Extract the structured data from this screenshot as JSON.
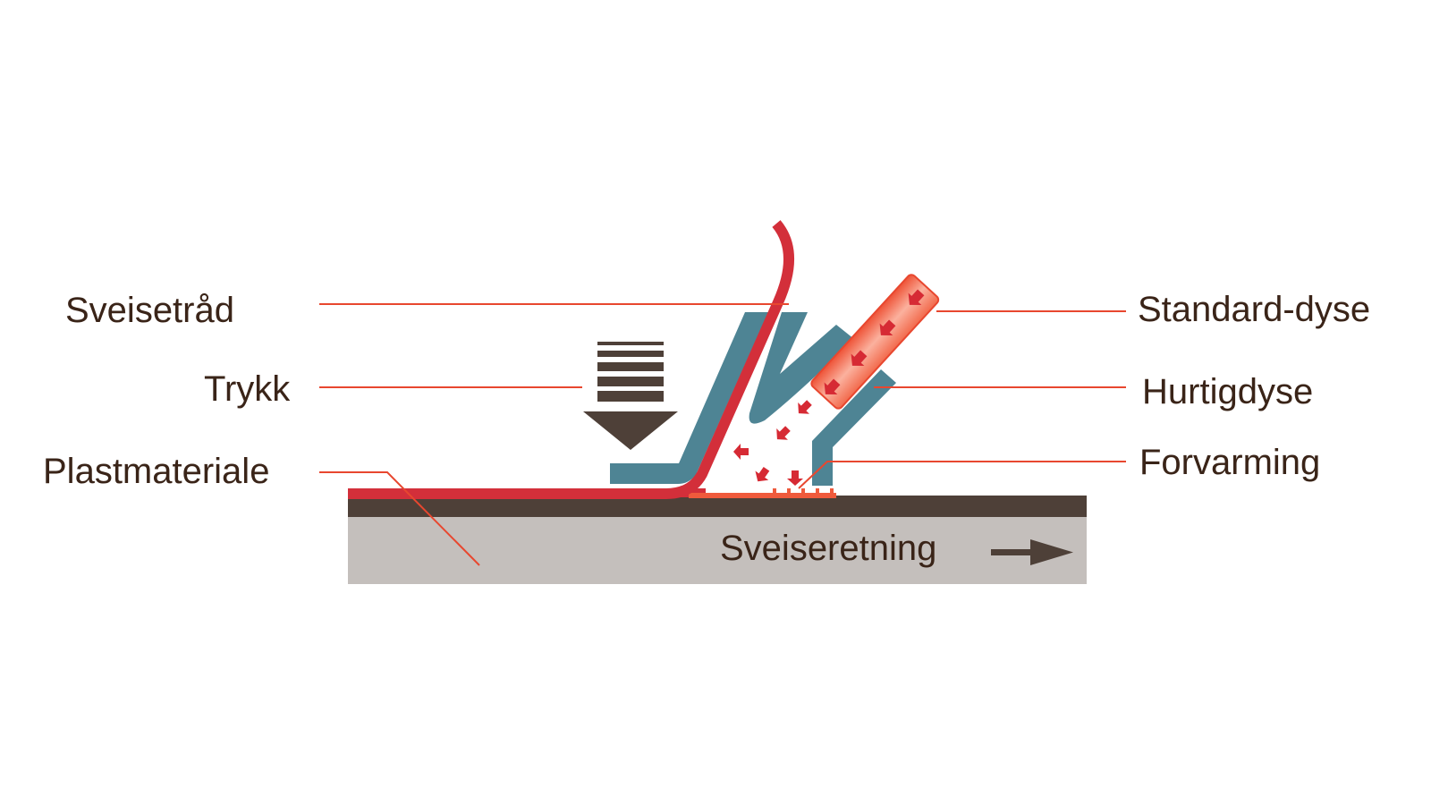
{
  "labels": {
    "welding_rod": "Sveisetråd",
    "pressure": "Trykk",
    "plastic_material": "Plastmateriale",
    "standard_nozzle": "Standard-dyse",
    "speed_nozzle": "Hurtigdyse",
    "preheating": "Forvarming",
    "welding_direction": "Sveiseretning"
  },
  "colors": {
    "text": "#3a2418",
    "leader_line": "#e8472f",
    "welding_rod": "#d32f3a",
    "nozzle": "#4e8494",
    "hot_air_tube": "#ef5a3c",
    "hot_air_arrow": "#d62a34",
    "weld_seam": "#ef5a3c",
    "dark_layer": "#4e4038",
    "base_plate": "#c4bfbc",
    "pressure_arrow": "#4e4038"
  },
  "icons": {
    "pressure": "down-arrow-icon",
    "direction": "right-arrow-icon",
    "hot_air": "small-arrow-icon"
  }
}
